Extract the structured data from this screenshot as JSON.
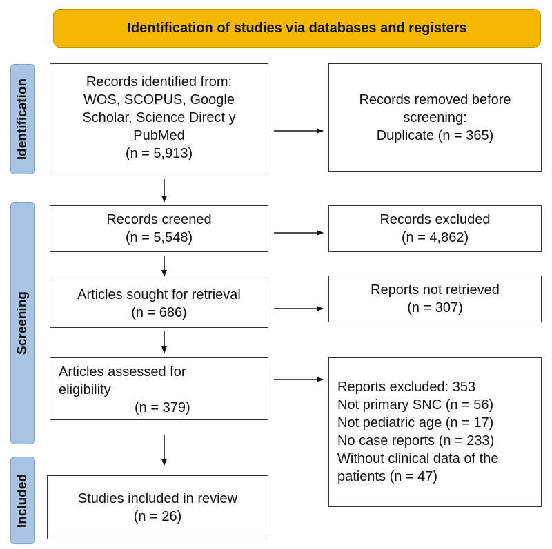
{
  "header": {
    "title": "Identification of studies via databases and registers"
  },
  "phases": {
    "identification": "Identification",
    "screening": "Screening",
    "included": "Included"
  },
  "boxes": {
    "records_identified": [
      "Records identified from:",
      "WOS, SCOPUS, Google",
      "Scholar, Science Direct y",
      "PubMed",
      "(n = 5,913)"
    ],
    "records_removed": [
      "Records removed before",
      "screening:",
      "Duplicate (n = 365)"
    ],
    "records_screened": [
      "Records creened",
      "(n = 5,548)"
    ],
    "records_excluded": [
      "Records excluded",
      "(n = 4,862)"
    ],
    "sought_retrieval": [
      "Articles sought for retrieval",
      "(n = 686)"
    ],
    "not_retrieved": [
      "Reports not retrieved",
      "(n = 307)"
    ],
    "assessed_eligibility": [
      "Articles assessed for",
      "eligibility",
      "(n = 379)"
    ],
    "reports_excluded": [
      "Reports excluded: 353",
      "Not primary SNC (n = 56)",
      "Not pediatric age (n = 17)",
      "No case reports (n = 233)",
      "Without clinical data of the",
      "patients (n = 47)"
    ],
    "studies_included": [
      "Studies included in review",
      "(n = 26)"
    ]
  }
}
